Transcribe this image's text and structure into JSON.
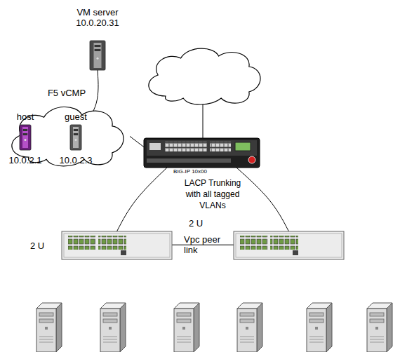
{
  "diagram": {
    "nodes": [
      {
        "text": [
          "VM server",
          "10.0.20.31"
        ]
      },
      {
        "text": [
          "F5 vCMP"
        ]
      },
      {
        "text": [
          "host",
          "10.0.2.1"
        ],
        "in": 1
      },
      {
        "text": [
          "guest",
          "10.0.2.3"
        ],
        "in": 1
      },
      {
        "text": [
          "BIG-IP 10x00"
        ]
      },
      {
        "text": [
          "2 U"
        ]
      },
      {
        "text": [
          "2 U"
        ]
      }
    ],
    "edges": [
      {
        "from": 0,
        "to": 3,
        "arrow": "none"
      },
      {
        "from": 1,
        "to": 4,
        "arrow": "none"
      },
      {
        "from": 4,
        "to": 5,
        "arrow": "none"
      },
      {
        "from": 4,
        "to": 6,
        "arrow": "none"
      },
      {
        "from": 5,
        "to": 6,
        "label": "Vpc peer link",
        "arrow": "none"
      }
    ],
    "labels": [
      "LACP Trunking with all tagged VLANs"
    ]
  }
}
